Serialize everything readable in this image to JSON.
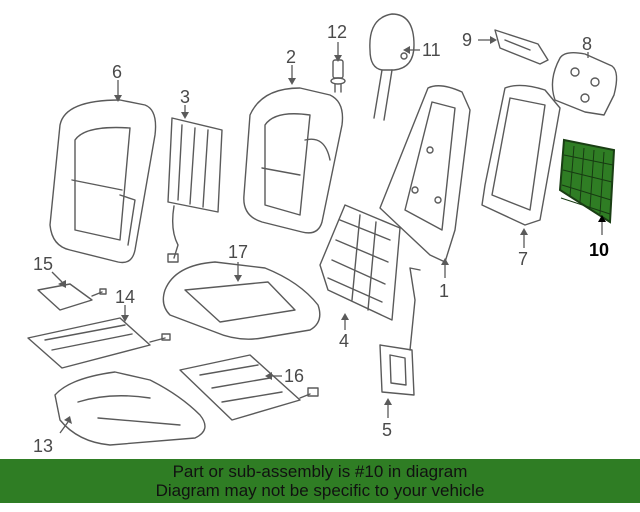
{
  "diagram": {
    "callouts": {
      "c1": "1",
      "c2": "2",
      "c3": "3",
      "c4": "4",
      "c5": "5",
      "c6": "6",
      "c7": "7",
      "c8": "8",
      "c9": "9",
      "c10": "10",
      "c11": "11",
      "c12": "12",
      "c13": "13",
      "c14": "14",
      "c15": "15",
      "c16": "16",
      "c17": "17"
    },
    "highlighted_part": "10",
    "colors": {
      "highlight": "#2f7d24",
      "line": "#5a5a5a",
      "banner": "#2f7d24"
    }
  },
  "banner": {
    "line1": "Part or sub-assembly is #10 in diagram",
    "line2": "Diagram may not be specific to your vehicle"
  }
}
